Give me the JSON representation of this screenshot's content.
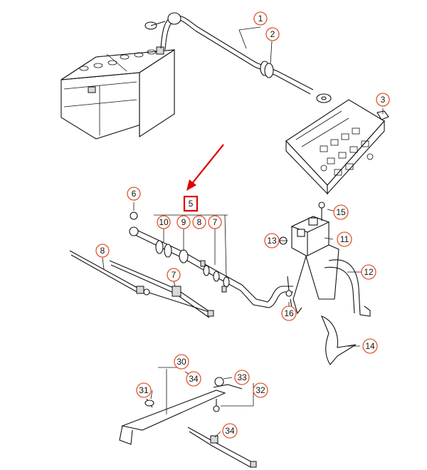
{
  "colors": {
    "callout_ring": "#e2542b",
    "highlight_box": "#e00000",
    "arrow": "#e00000",
    "line_art": "#111111"
  },
  "callouts": {
    "c1": "1",
    "c2": "2",
    "c3": "3",
    "c5": "5",
    "c6": "6",
    "c7a": "7",
    "c7b": "7",
    "c8a": "8",
    "c8b": "8",
    "c9": "9",
    "c10": "10",
    "c11": "11",
    "c12": "12",
    "c13": "13",
    "c14": "14",
    "c15": "15",
    "c16": "16",
    "c30": "30",
    "c31": "31",
    "c32": "32",
    "c33": "33",
    "c34a": "34",
    "c34b": "34"
  },
  "highlighted_part": "5"
}
